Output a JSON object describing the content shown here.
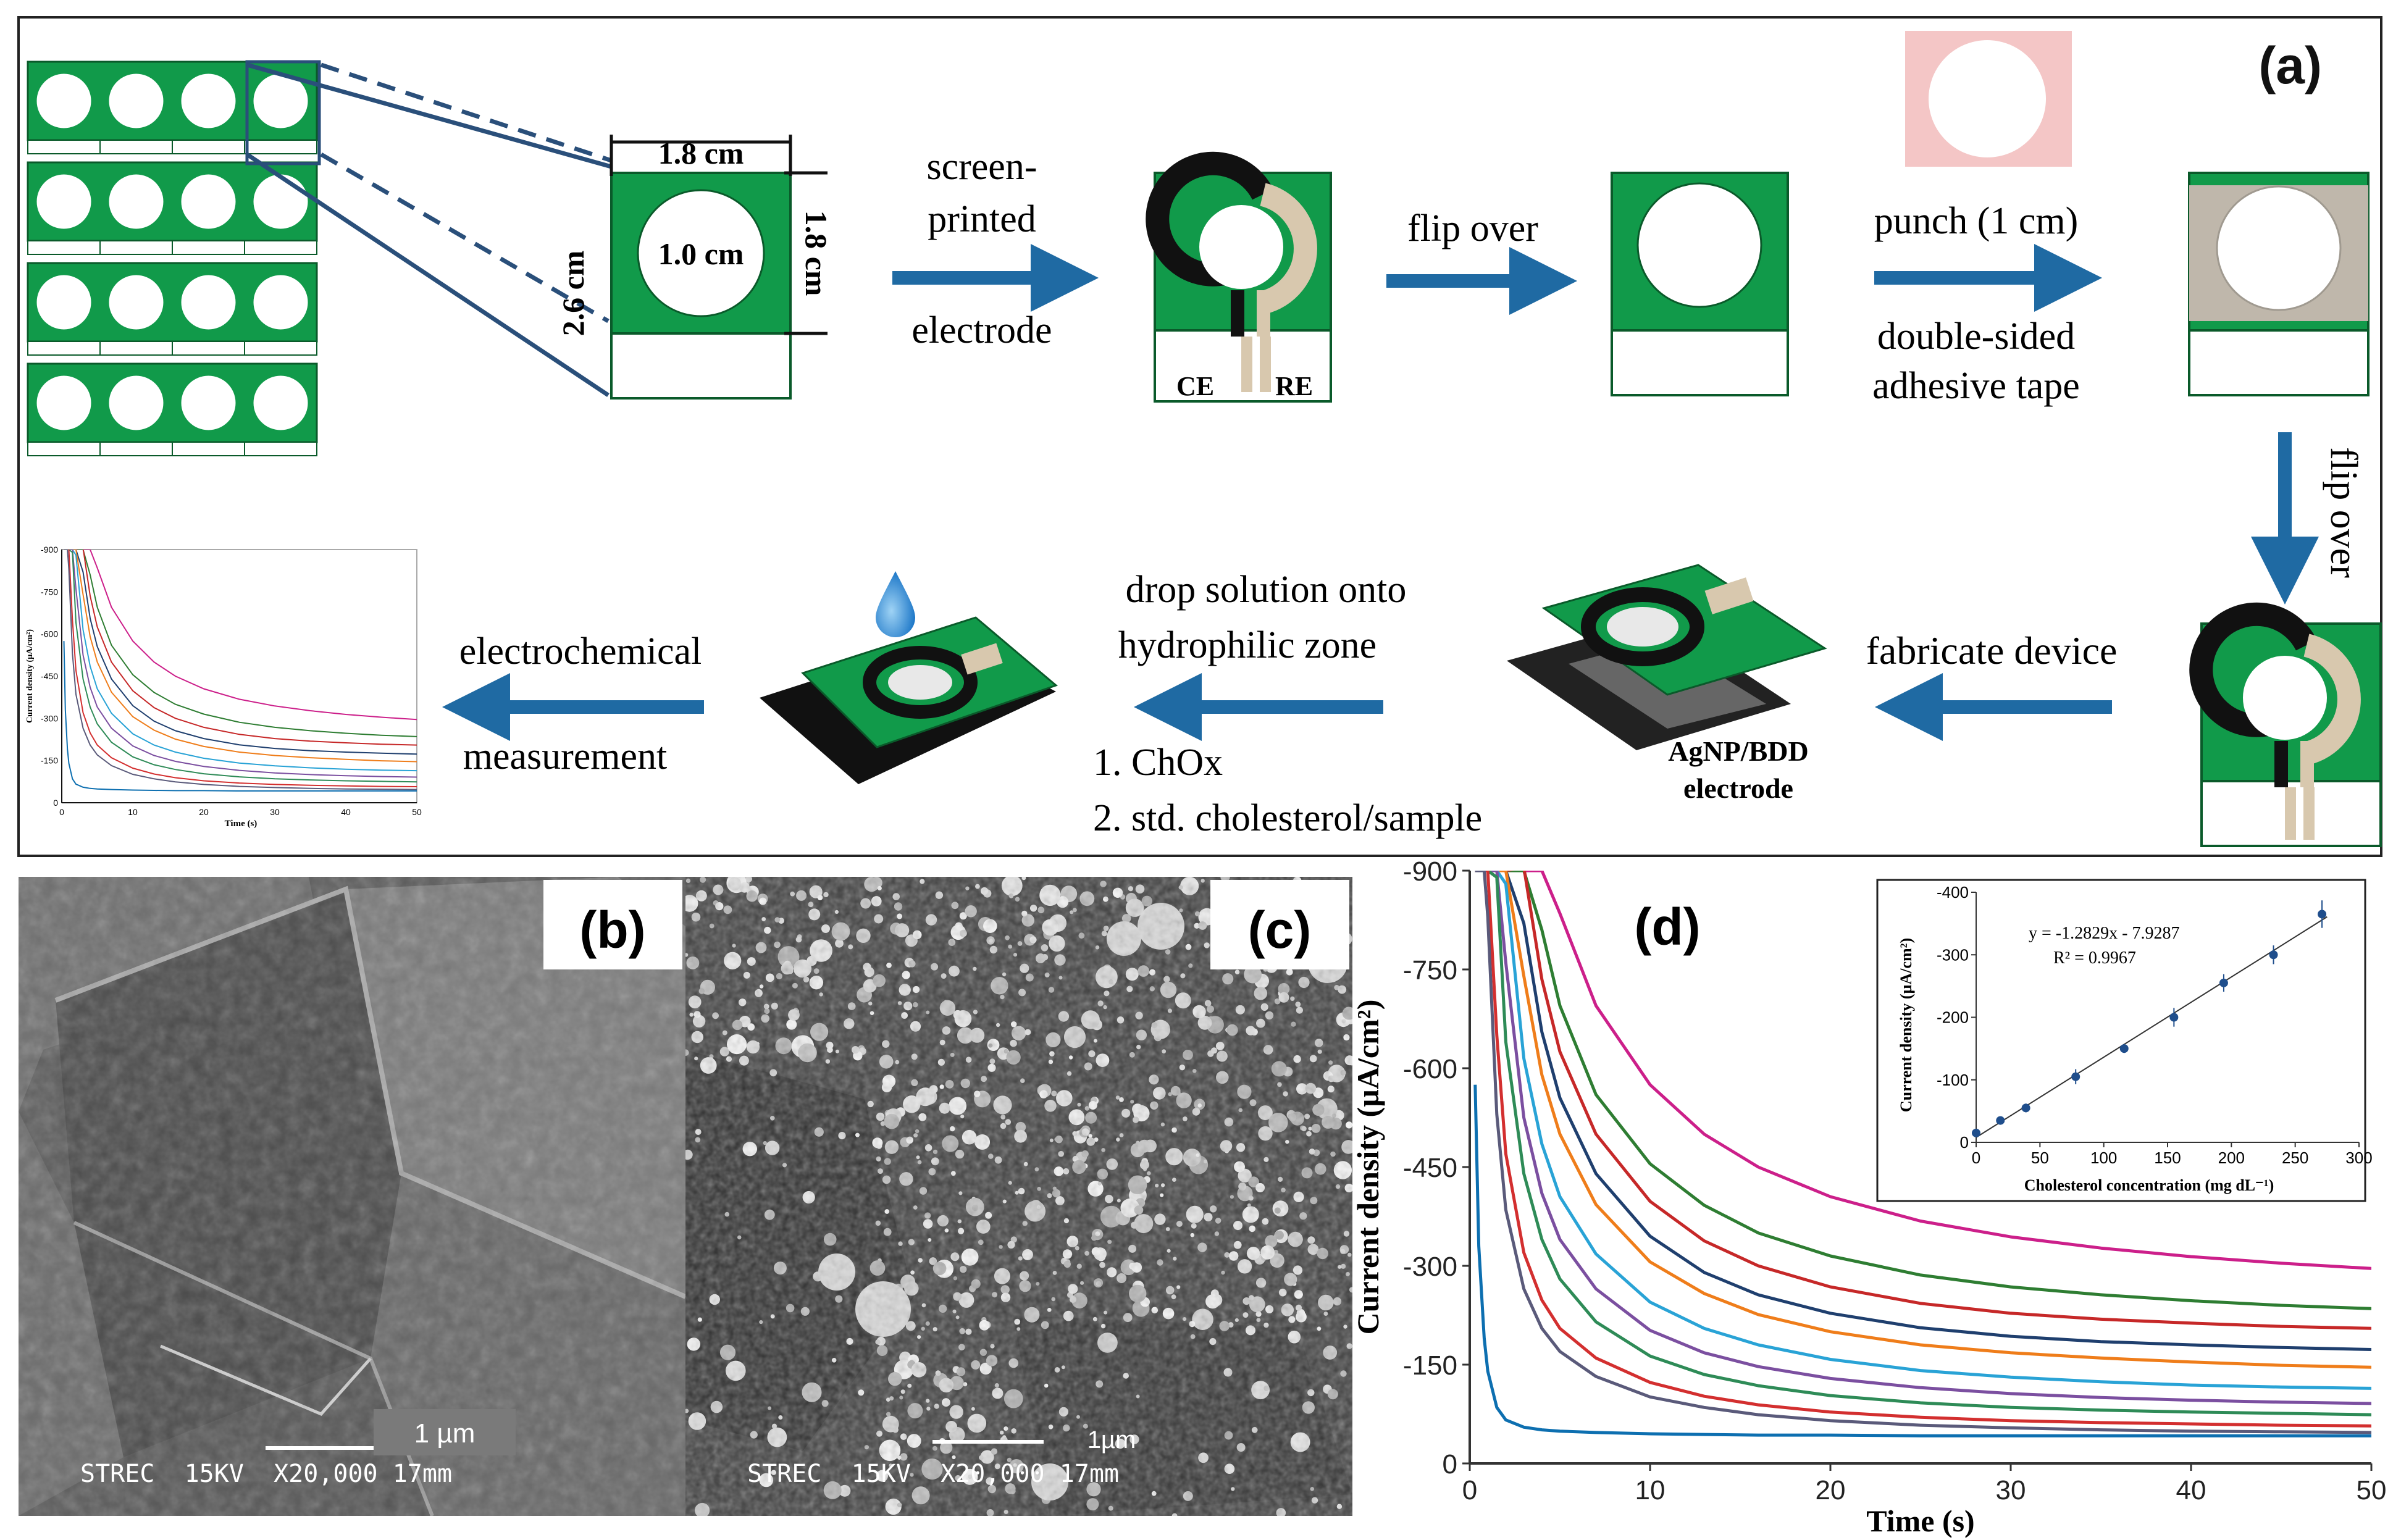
{
  "panel_a": {
    "label": "(a)",
    "dims": {
      "width": "1.8 cm",
      "height": "2.6 cm",
      "side": "1.8 cm",
      "hole": "1.0 cm"
    },
    "steps": {
      "screen_printed": [
        "screen-",
        "printed",
        "electrode"
      ],
      "flip_over": "flip over",
      "punch": "punch (1 cm)",
      "tape": [
        "double-sided",
        "adhesive tape"
      ],
      "flip_over_vertical": "flip over",
      "fabricate": "fabricate device",
      "drop": [
        "drop solution onto",
        "hydrophilic zone"
      ],
      "drop_items": [
        "1. ChOx",
        "2. std. cholesterol/sample"
      ],
      "measurement": [
        "electrochemical",
        "measurement"
      ]
    },
    "electrode_labels": {
      "ce": "CE",
      "re": "RE"
    },
    "agnp_label": [
      "AgNP/BDD",
      "electrode"
    ],
    "thumb": {
      "ylabel": "Current density (µA/cm²)",
      "xlabel": "Time (s)",
      "yticks": [
        "-900",
        "-750",
        "-600",
        "-450",
        "-300",
        "-150",
        "0"
      ],
      "xticks": [
        "0",
        "10",
        "20",
        "30",
        "40",
        "50"
      ]
    }
  },
  "panel_b": {
    "label": "(b)",
    "scale_bar": "1 µm",
    "footer": "STREC  15KV  X20,000 17mm"
  },
  "panel_c": {
    "label": "(c)",
    "scale_bar": "1µm",
    "footer": "STREC  15KV  X20,000 17mm"
  },
  "colors": {
    "green": "#119a4a",
    "arrow": "#1f6aa3",
    "tan": "#d8c8ae",
    "pink": "#f4c6c6",
    "gray_tape": "#bfb7ab"
  },
  "chart_data": [
    {
      "type": "line",
      "panel": "(d)",
      "xlabel": "Time (s)",
      "ylabel": "Current density (µA/cm²)",
      "xlim": [
        0,
        50
      ],
      "ylim": [
        0,
        -900
      ],
      "xticks": [
        "0",
        "10",
        "20",
        "30",
        "40",
        "50"
      ],
      "yticks": [
        "-900",
        "-750",
        "-600",
        "-450",
        "-300",
        "-150",
        "0"
      ],
      "x": [
        0.3,
        0.5,
        0.8,
        1,
        1.5,
        2,
        3,
        4,
        5,
        7,
        10,
        13,
        16,
        20,
        25,
        30,
        35,
        40,
        45,
        50
      ],
      "series": [
        {
          "color": "#cc1f8a",
          "values": [
            -900,
            -900,
            -900,
            -900,
            -900,
            -900,
            -900,
            -900,
            -835,
            -695,
            -575,
            -500,
            -450,
            -405,
            -368,
            -344,
            -327,
            -314,
            -304,
            -296
          ]
        },
        {
          "color": "#2e7d32",
          "values": [
            -900,
            -900,
            -900,
            -900,
            -900,
            -900,
            -900,
            -810,
            -695,
            -560,
            -455,
            -392,
            -350,
            -315,
            -286,
            -268,
            -256,
            -247,
            -240,
            -235
          ]
        },
        {
          "color": "#c62828",
          "values": [
            -900,
            -900,
            -900,
            -900,
            -900,
            -900,
            -905,
            -735,
            -625,
            -500,
            -398,
            -338,
            -300,
            -268,
            -243,
            -228,
            -219,
            -213,
            -208,
            -205
          ]
        },
        {
          "color": "#1f3f6e",
          "values": [
            -900,
            -900,
            -900,
            -900,
            -900,
            -900,
            -820,
            -655,
            -555,
            -440,
            -345,
            -290,
            -256,
            -228,
            -206,
            -193,
            -185,
            -180,
            -176,
            -173
          ]
        },
        {
          "color": "#ef7d1a",
          "values": [
            -900,
            -900,
            -900,
            -900,
            -900,
            -900,
            -740,
            -590,
            -500,
            -393,
            -306,
            -258,
            -226,
            -200,
            -180,
            -168,
            -160,
            -154,
            -149,
            -146
          ]
        },
        {
          "color": "#29a3d6",
          "values": [
            -900,
            -900,
            -900,
            -900,
            -900,
            -880,
            -615,
            -485,
            -405,
            -318,
            -245,
            -205,
            -180,
            -158,
            -141,
            -131,
            -124,
            -119,
            -116,
            -114
          ]
        },
        {
          "color": "#7b4fa0",
          "values": [
            -900,
            -900,
            -900,
            -900,
            -900,
            -760,
            -525,
            -410,
            -340,
            -265,
            -202,
            -168,
            -147,
            -129,
            -115,
            -106,
            -100,
            -96,
            -93,
            -91
          ]
        },
        {
          "color": "#2e8b57",
          "values": [
            -900,
            -900,
            -900,
            -900,
            -890,
            -640,
            -440,
            -340,
            -280,
            -215,
            -163,
            -135,
            -118,
            -103,
            -92,
            -85,
            -81,
            -78,
            -76,
            -74
          ]
        },
        {
          "color": "#d32f2f",
          "values": [
            -900,
            -900,
            -900,
            -900,
            -650,
            -470,
            -320,
            -248,
            -205,
            -160,
            -123,
            -102,
            -89,
            -78,
            -70,
            -65,
            -62,
            -60,
            -58,
            -57
          ]
        },
        {
          "color": "#5a5a7a",
          "values": [
            -900,
            -900,
            -900,
            -830,
            -530,
            -385,
            -265,
            -205,
            -170,
            -132,
            -101,
            -85,
            -74,
            -65,
            -58,
            -54,
            -51,
            -49,
            -48,
            -47
          ]
        },
        {
          "color": "#0d6fb0",
          "values": [
            -575,
            -330,
            -190,
            -140,
            -85,
            -66,
            -55,
            -51,
            -49,
            -47,
            -45,
            -44,
            -43,
            -43,
            -42,
            -42,
            -42,
            -42,
            -42,
            -42
          ]
        }
      ]
    },
    {
      "type": "scatter",
      "panel": "(d) inset",
      "xlabel": "Cholesterol concentration (mg dL⁻¹)",
      "ylabel": "Current density (µA/cm²)",
      "xlim": [
        0,
        300
      ],
      "ylim": [
        0,
        -400
      ],
      "xticks": [
        "0",
        "50",
        "100",
        "150",
        "200",
        "250",
        "300"
      ],
      "yticks": [
        "-400",
        "-300",
        "-200",
        "-100",
        "0"
      ],
      "x": [
        0,
        19,
        39,
        78,
        116,
        155,
        194,
        233,
        271
      ],
      "y": [
        -15,
        -35,
        -55,
        -105,
        -150,
        -200,
        -255,
        -300,
        -365
      ],
      "error": [
        4,
        6,
        7,
        12,
        7,
        15,
        14,
        15,
        22
      ],
      "equation": "y = -1.2829x - 7.9287",
      "r2": "R² = 0.9967"
    }
  ]
}
